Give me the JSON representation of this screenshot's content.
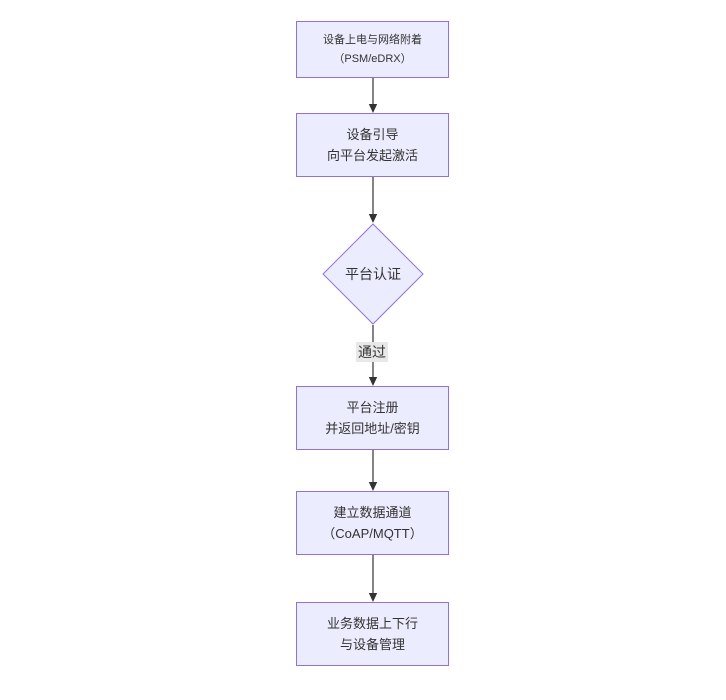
{
  "diagram": {
    "type": "flowchart",
    "direction": "top-down",
    "colors": {
      "node_fill": "#ECECFF",
      "node_border": "#9370DB",
      "text": "#333333",
      "edge": "#333333",
      "edge_label_bg": "#e8e8e8",
      "background": "#ffffff"
    },
    "nodes": [
      {
        "id": "power-attach",
        "shape": "rect",
        "line1": "设备上电与网络附着",
        "line2": "（PSM/eDRX）"
      },
      {
        "id": "bootstrap",
        "shape": "rect",
        "line1": "设备引导",
        "line2": "向平台发起激活"
      },
      {
        "id": "platform-auth",
        "shape": "diamond",
        "line1": "平台认证"
      },
      {
        "id": "platform-register",
        "shape": "rect",
        "line1": "平台注册",
        "line2": "并返回地址/密钥"
      },
      {
        "id": "data-channel",
        "shape": "rect",
        "line1": "建立数据通道",
        "line2": "（CoAP/MQTT）"
      },
      {
        "id": "business-data",
        "shape": "rect",
        "line1": "业务数据上下行",
        "line2": "与设备管理"
      }
    ],
    "edges": [
      {
        "from": "power-attach",
        "to": "bootstrap",
        "label": ""
      },
      {
        "from": "bootstrap",
        "to": "platform-auth",
        "label": ""
      },
      {
        "from": "platform-auth",
        "to": "platform-register",
        "label": "通过"
      },
      {
        "from": "platform-register",
        "to": "data-channel",
        "label": ""
      },
      {
        "from": "data-channel",
        "to": "business-data",
        "label": ""
      }
    ]
  }
}
